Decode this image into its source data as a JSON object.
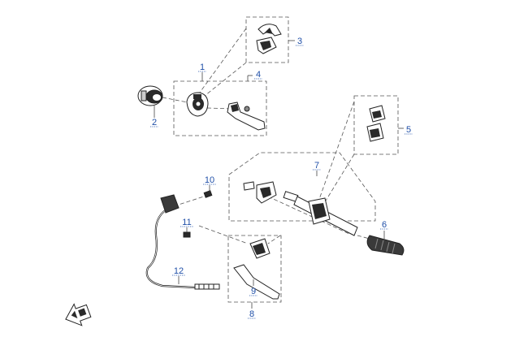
{
  "callouts": [
    {
      "id": "1",
      "label": "1"
    },
    {
      "id": "2",
      "label": "2"
    },
    {
      "id": "3",
      "label": "3"
    },
    {
      "id": "4",
      "label": "4"
    },
    {
      "id": "5",
      "label": "5"
    },
    {
      "id": "6",
      "label": "6"
    },
    {
      "id": "7",
      "label": "7"
    },
    {
      "id": "8",
      "label": "8"
    },
    {
      "id": "9",
      "label": "9"
    },
    {
      "id": "10",
      "label": "10"
    },
    {
      "id": "11",
      "label": "11"
    },
    {
      "id": "12",
      "label": "12"
    }
  ],
  "colors": {
    "callout": "#1f4fa8",
    "part_fill": "#ffffff",
    "part_dark": "#2a2a2a",
    "grip": "#3a3a3a"
  },
  "icons": {
    "orientation": "front-direction-arrow-icon"
  }
}
